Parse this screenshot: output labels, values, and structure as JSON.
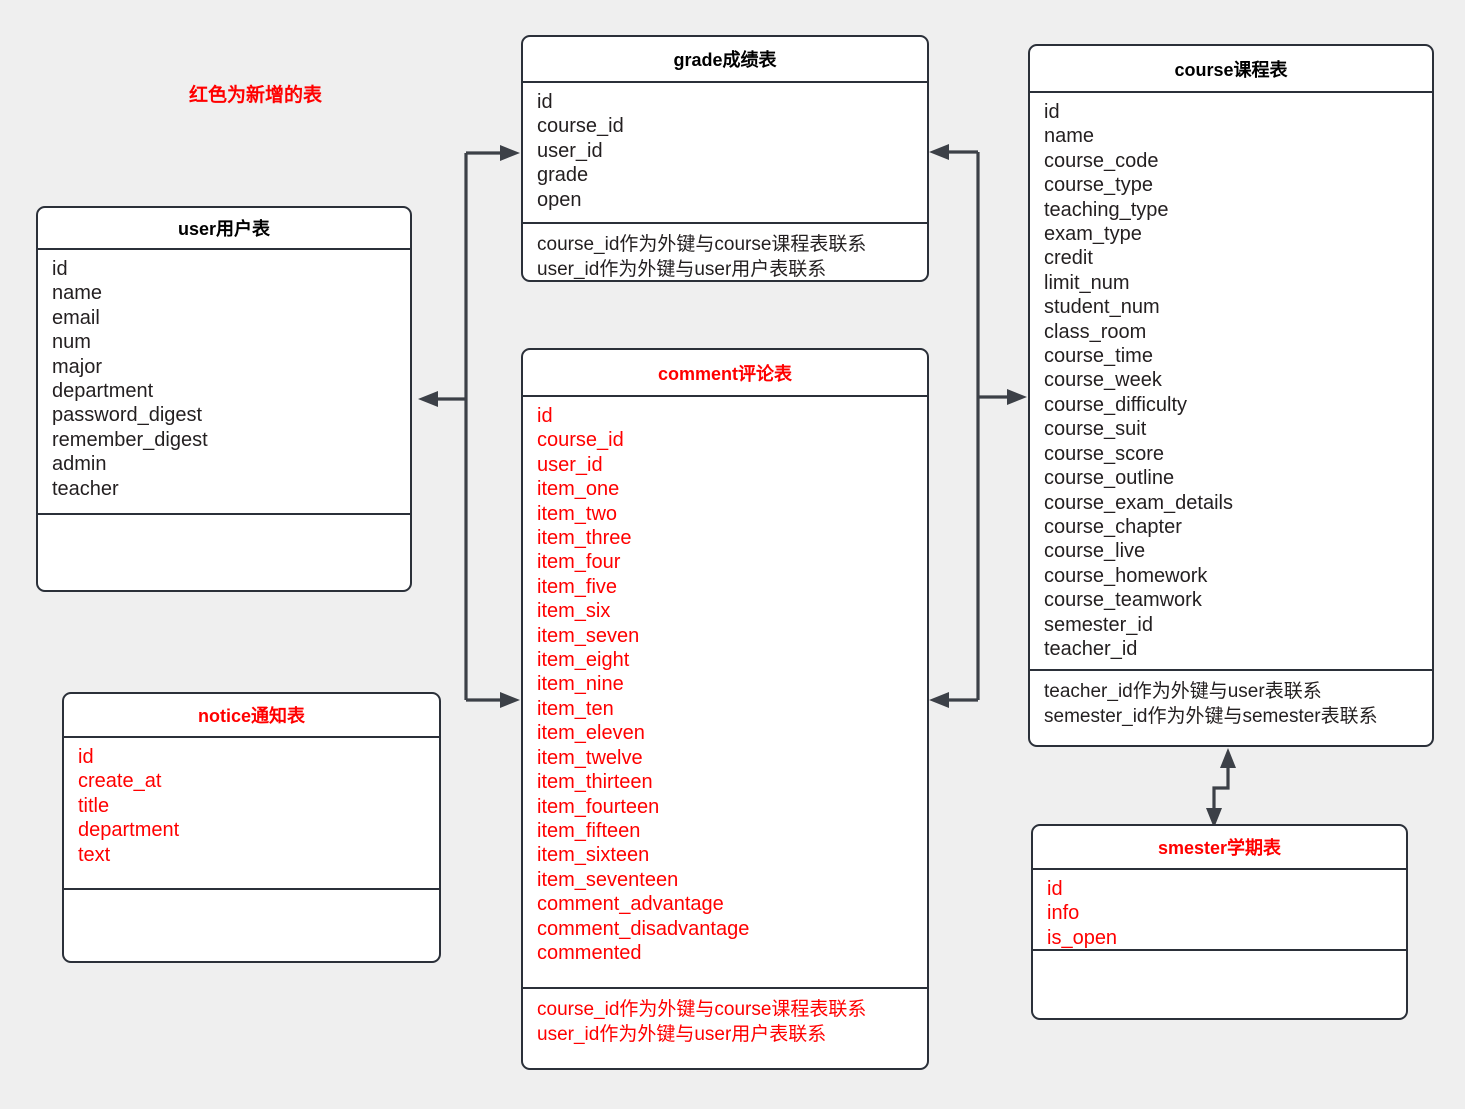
{
  "diagram": {
    "legend": "红色为新增的表",
    "legend_color": "#ff0000",
    "background_color": "#efefef",
    "border_color": "#2b3039",
    "link_color": "#3c4047"
  },
  "entities": {
    "grade": {
      "title": "grade成绩表",
      "title_color": "#000000",
      "fields": [
        "id",
        "course_id",
        "user_id",
        "grade",
        "open"
      ],
      "notes": [
        "course_id作为外键与course课程表联系",
        "user_id作为外键与user用户表联系"
      ]
    },
    "course": {
      "title": "course课程表",
      "title_color": "#000000",
      "fields": [
        "id",
        "name",
        "course_code",
        "course_type",
        "teaching_type",
        "exam_type",
        "credit",
        "limit_num",
        "student_num",
        "class_room",
        "course_time",
        "course_week",
        "course_difficulty",
        "course_suit",
        "course_score",
        "course_outline",
        "course_exam_details",
        "course_chapter",
        "course_live",
        "course_homework",
        "course_teamwork",
        "semester_id",
        "teacher_id"
      ],
      "notes": [
        "teacher_id作为外键与user表联系",
        "semester_id作为外键与semester表联系"
      ]
    },
    "user": {
      "title": "user用户表",
      "title_color": "#000000",
      "fields": [
        "id",
        "name",
        "email",
        "num",
        "major",
        "department",
        "password_digest",
        "remember_digest",
        "admin",
        "teacher"
      ],
      "notes": []
    },
    "comment": {
      "title": "comment评论表",
      "title_color": "#ff0000",
      "fields": [
        "id",
        "course_id",
        "user_id",
        "item_one",
        "item_two",
        "item_three",
        "item_four",
        "item_five",
        "item_six",
        "item_seven",
        "item_eight",
        "item_nine",
        "item_ten",
        "item_eleven",
        "item_twelve",
        "item_thirteen",
        "item_fourteen",
        "item_fifteen",
        "item_sixteen",
        "item_seventeen",
        "comment_advantage",
        "comment_disadvantage",
        "commented"
      ],
      "notes": [
        "course_id作为外键与course课程表联系",
        "user_id作为外键与user用户表联系"
      ]
    },
    "notice": {
      "title": "notice通知表",
      "title_color": "#ff0000",
      "fields": [
        "id",
        "create_at",
        "title",
        "department",
        "text"
      ],
      "notes": []
    },
    "semester": {
      "title": "smester学期表",
      "title_color": "#ff0000",
      "fields": [
        "id",
        "info",
        "is_open"
      ],
      "notes": []
    }
  }
}
